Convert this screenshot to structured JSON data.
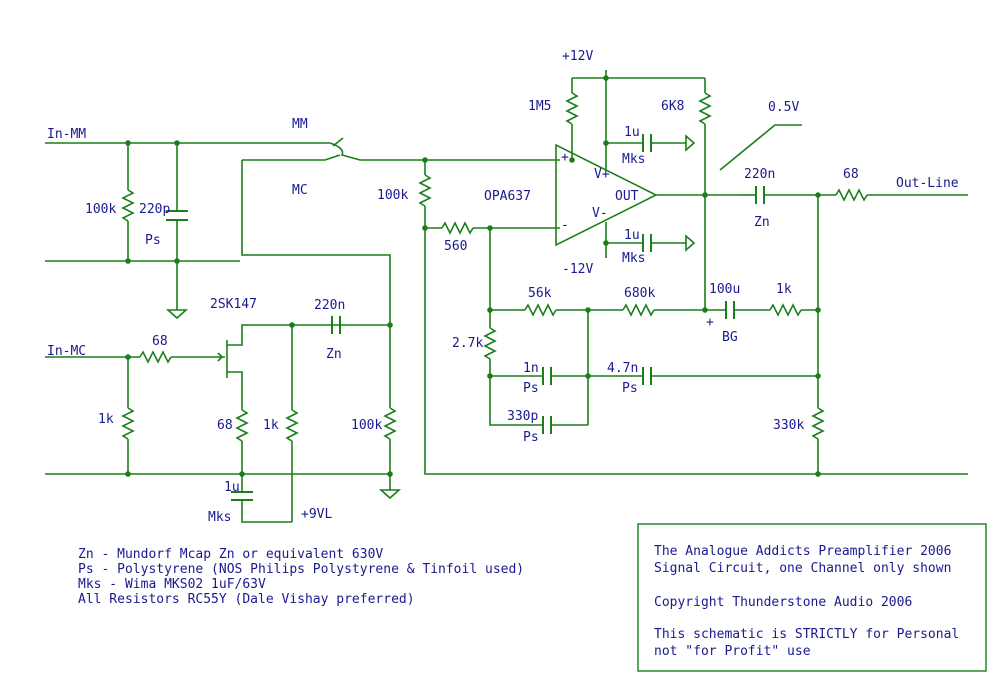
{
  "labels": {
    "in_mm": "In-MM",
    "in_mc": "In-MC",
    "mm": "MM",
    "mc": "MC",
    "out_line": "Out-Line",
    "plus12v": "+12V",
    "minus12v": "-12V",
    "plus9vl": "+9VL",
    "opamp": "OPA637",
    "opamp_vplus": "V+",
    "opamp_vminus": "V-",
    "opamp_out": "OUT",
    "opamp_inp": "+",
    "opamp_inn": "-",
    "jfet": "2SK147",
    "level": "0.5V",
    "plus_sign": "+"
  },
  "parts": {
    "r_100k_mm": "100k",
    "c_220p": "220p",
    "ps_220p": "Ps",
    "r_68_mc": "68",
    "r_1k_mc": "1k",
    "r_68_src": "68",
    "c_1u_src": "1u",
    "mks_src": "Mks",
    "r_1k_drain": "1k",
    "c_220n_mc": "220n",
    "zn_mc": "Zn",
    "r_100k_mcout": "100k",
    "r_100k_in": "100k",
    "r_560": "560",
    "r_1m5": "1M5",
    "r_6k8": "6K8",
    "c_1u_top": "1u",
    "mks_top": "Mks",
    "c_1u_bot": "1u",
    "mks_bot": "Mks",
    "c_220n_out": "220n",
    "zn_out": "Zn",
    "r_68_out": "68",
    "r_56k": "56k",
    "r_680k": "680k",
    "c_100u": "100u",
    "bg": "BG",
    "r_1k_fb": "1k",
    "r_2k7": "2.7k",
    "c_1n": "1n",
    "ps_1n": "Ps",
    "c_4n7": "4.7n",
    "ps_4n7": "Ps",
    "c_330p": "330p",
    "ps_330p": "Ps",
    "r_330k": "330k"
  },
  "notes": [
    "Zn - Mundorf Mcap Zn or equivalent 630V",
    "Ps - Polystyrene (NOS Philips Polystyrene & Tinfoil used)",
    "Mks - Wima MKS02 1uF/63V",
    "All Resistors RC55Y (Dale Vishay preferred)"
  ],
  "title_block": [
    "The Analogue Addicts Preamplifier 2006",
    "Signal Circuit, one Channel only shown",
    "",
    "Copyright Thunderstone Audio 2006",
    "",
    "This schematic is STRICTLY for Personal",
    "not \"for Profit\" use"
  ],
  "colors": {
    "wire": "#1a7f1a",
    "text": "#1a1a8f",
    "background": "#ffffff"
  }
}
